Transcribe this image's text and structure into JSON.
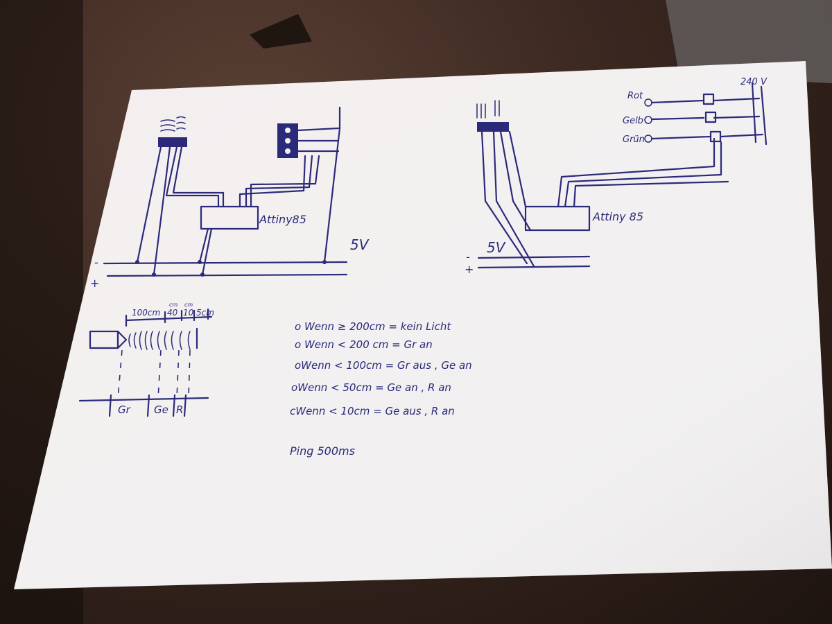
{
  "photo": {
    "description_labels": {
      "left_chip": "Attiny85",
      "right_chip": "Attiny 85",
      "left_voltage": "5V",
      "right_voltage": "5V",
      "mains": "240 V",
      "minus": "-",
      "plus": "+"
    },
    "lamp_labels": [
      "Rot",
      "Gelb",
      "Grün"
    ],
    "ruler": {
      "distances": [
        "100cm",
        "40",
        "10",
        "5cm"
      ],
      "cm_marks": [
        "cm",
        "cm"
      ],
      "zones": [
        "Gr",
        "Ge",
        "R"
      ]
    },
    "rules": [
      "o Wenn ≥ 200cm = kein Licht",
      "o Wenn < 200 cm = Gr an",
      "oWenn < 100cm = Gr aus , Ge an",
      "oWenn < 50cm = Ge an , R an",
      "cWenn < 10cm = Ge aus , R an"
    ],
    "ping": "Ping 500ms"
  }
}
